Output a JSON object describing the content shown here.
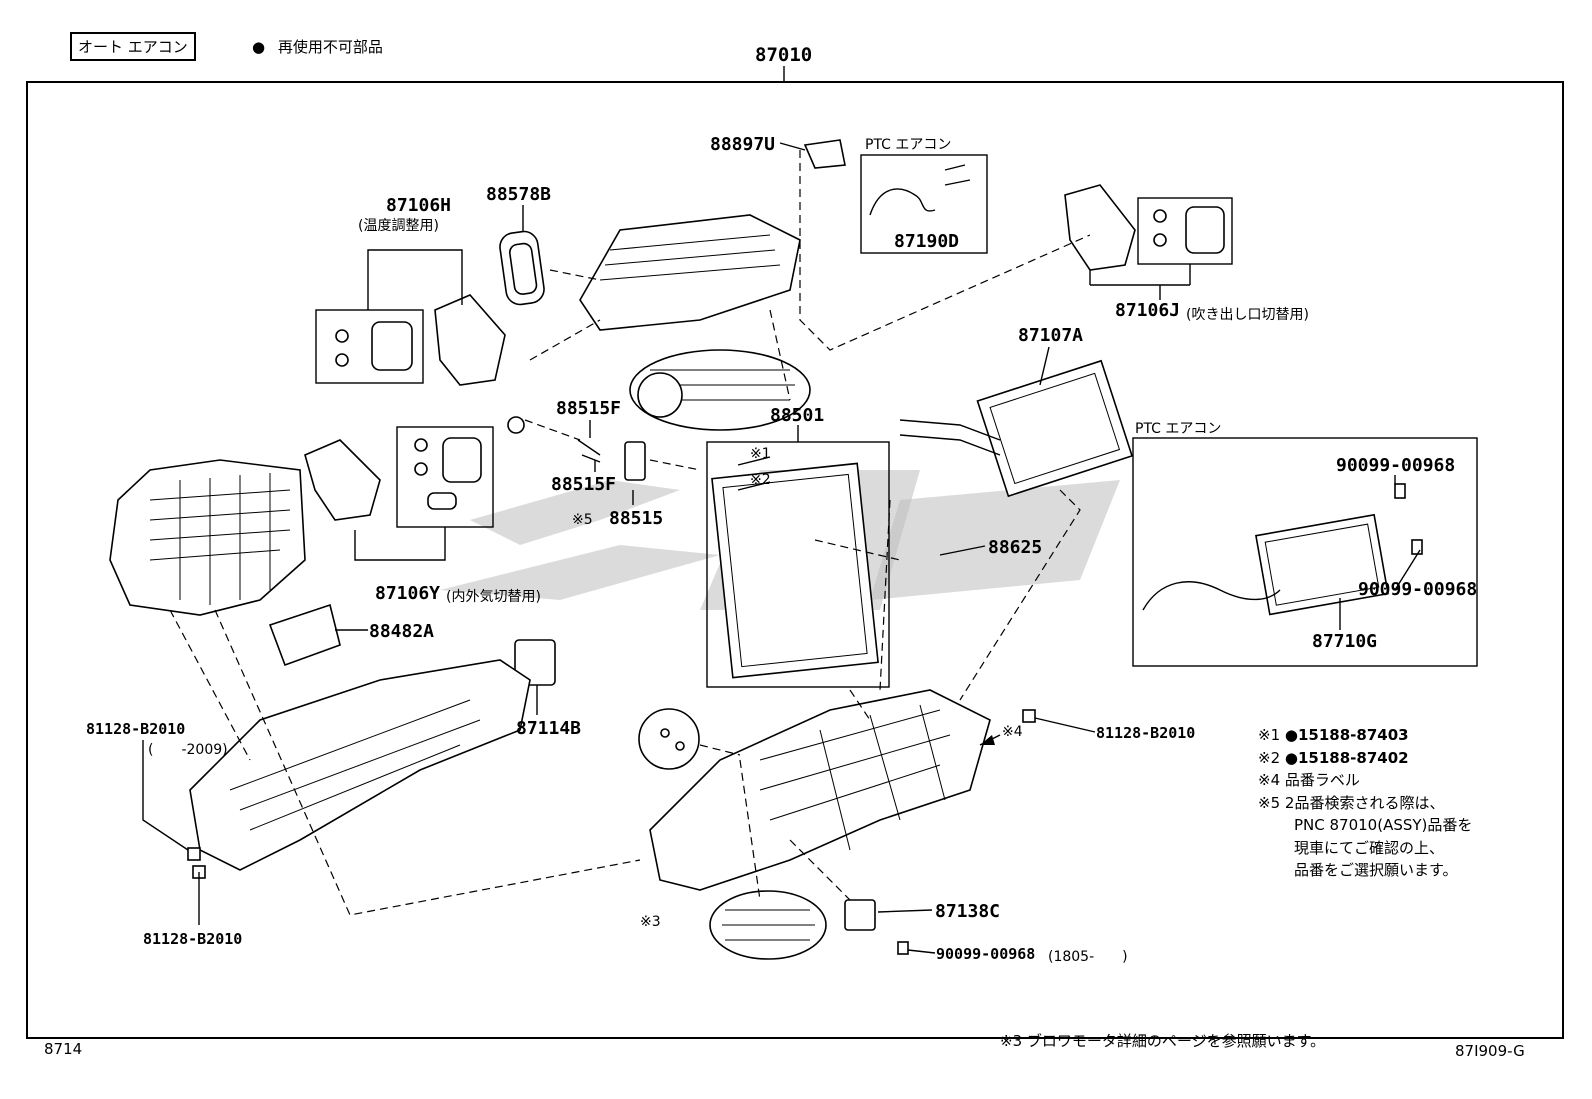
{
  "header": {
    "tag_label": "オート エアコン",
    "legend_bullet": "●",
    "legend_text": "再使用不可部品",
    "assembly_number": "87010"
  },
  "parts": {
    "p88897U": "88897U",
    "ptc_upper": "PTC エアコン",
    "p87190D": "87190D",
    "p87106H": "87106H",
    "p87106H_note": "(温度調整用)",
    "p88578B": "88578B",
    "p87106J": "87106J",
    "p87106J_note": "(吹き出し口切替用)",
    "p87107A": "87107A",
    "p88515F_a": "88515F",
    "p88501": "88501",
    "p88515F_b": "88515F",
    "mark5": "※5",
    "p88515": "88515",
    "mark1": "※1",
    "mark2": "※2",
    "ptc_lower": "PTC エアコン",
    "p90099_a": "90099-00968",
    "p88625": "88625",
    "p90099_b": "90099-00968",
    "p87106Y": "87106Y",
    "p87106Y_note": "(内外気切替用)",
    "p87710G": "87710G",
    "p88482A": "88482A",
    "p87114B": "87114B",
    "p81128_left_top": "81128-B2010",
    "p81128_left_top_note": "(　　-2009)",
    "p81128_right": "81128-B2010",
    "mark4": "※4",
    "p81128_bottom": "81128-B2010",
    "mark3": "※3",
    "p87138C": "87138C",
    "p90099_c": "90099-00968",
    "p90099_c_note": "(1805-　　)"
  },
  "notes": [
    {
      "mark": "※1",
      "text": "●15188-87403"
    },
    {
      "mark": "※2",
      "text": "●15188-87402"
    },
    {
      "mark": "※4",
      "text": "品番ラベル"
    },
    {
      "mark": "※5",
      "text": "2品番検索される際は、"
    },
    {
      "mark": "",
      "text": "PNC 87010(ASSY)品番を"
    },
    {
      "mark": "",
      "text": "現車にてご確認の上、"
    },
    {
      "mark": "",
      "text": "品番をご選択願います。"
    }
  ],
  "footer": {
    "left_code": "8714",
    "blower_note": "※3 ブロワモータ詳細のページを参照願います。",
    "diagram_code": "87I909-G"
  }
}
